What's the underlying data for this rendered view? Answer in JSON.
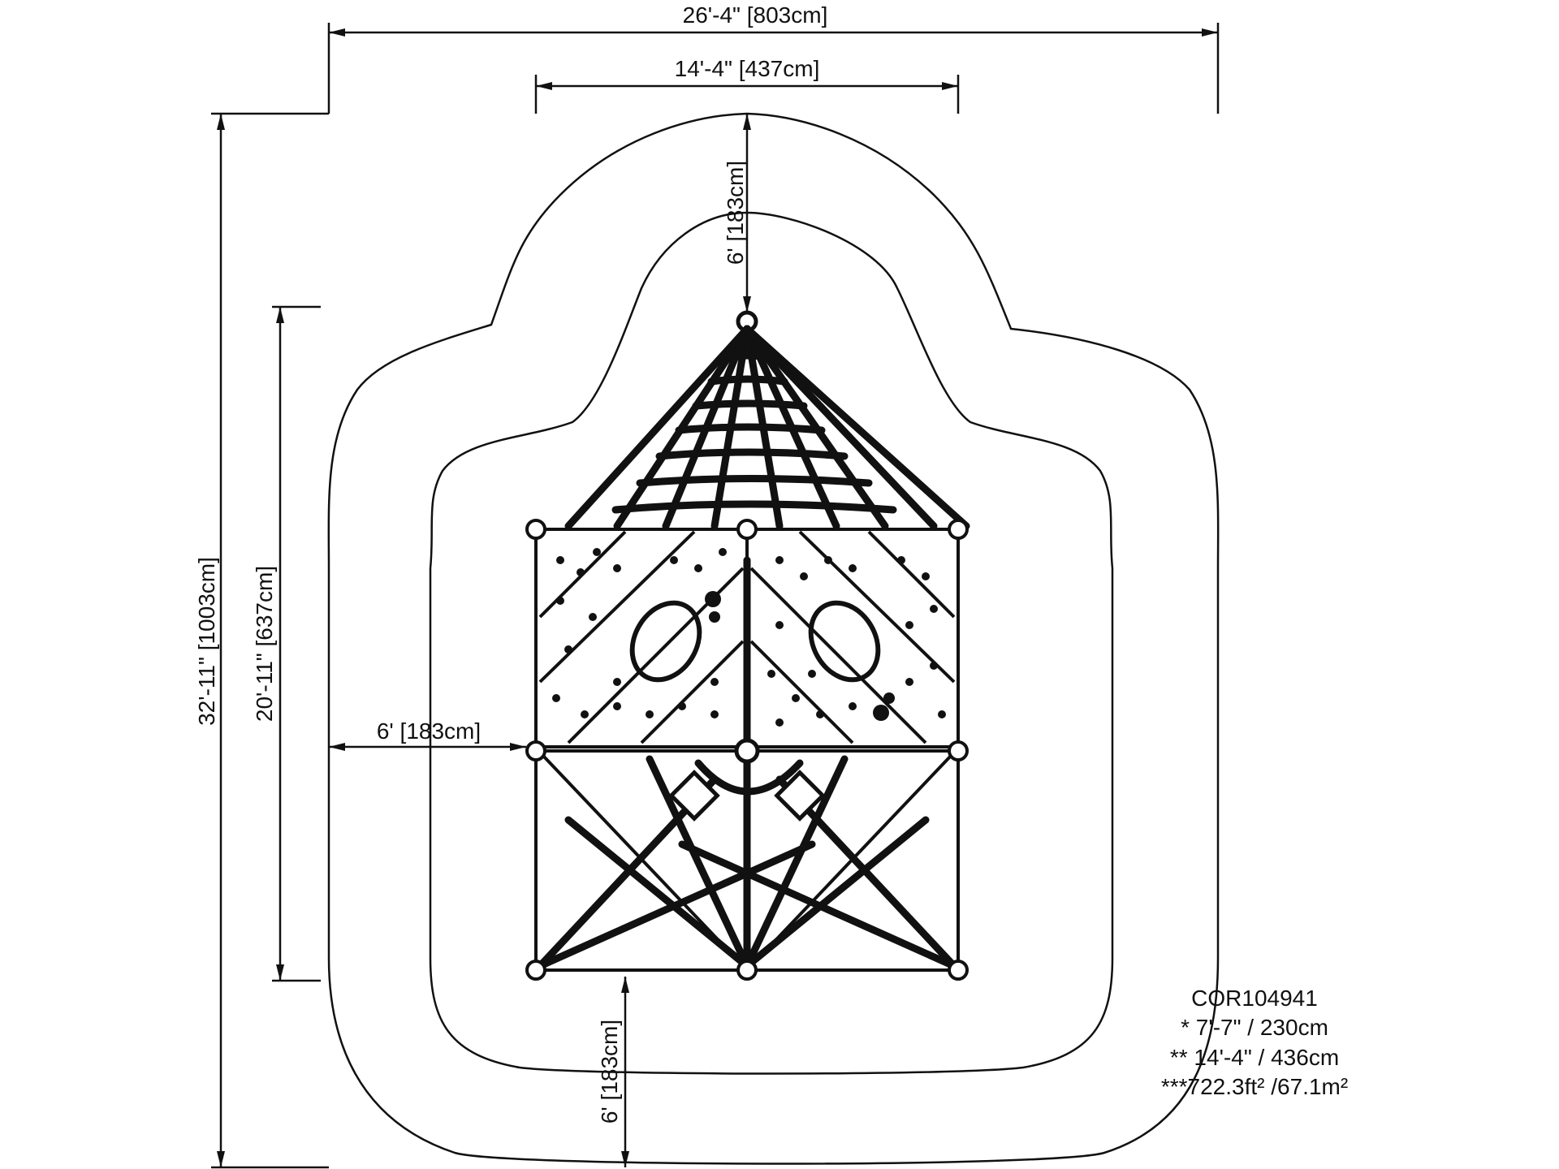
{
  "dimensions": {
    "overall_width": "26'-4\" [803cm]",
    "structure_width": "14'-4\" [437cm]",
    "top_clearance": "6' [183cm]",
    "overall_length": "32'-11\" [1003cm]",
    "structure_length": "20'-11\" [637cm]",
    "side_clearance": "6' [183cm]",
    "bottom_clearance": "6' [183cm]"
  },
  "info": {
    "model": "COR104941",
    "height": "* 7'-7\" / 230cm",
    "length": "** 14'-4\" / 436cm",
    "area": "***722.3ft² /67.1m²"
  }
}
